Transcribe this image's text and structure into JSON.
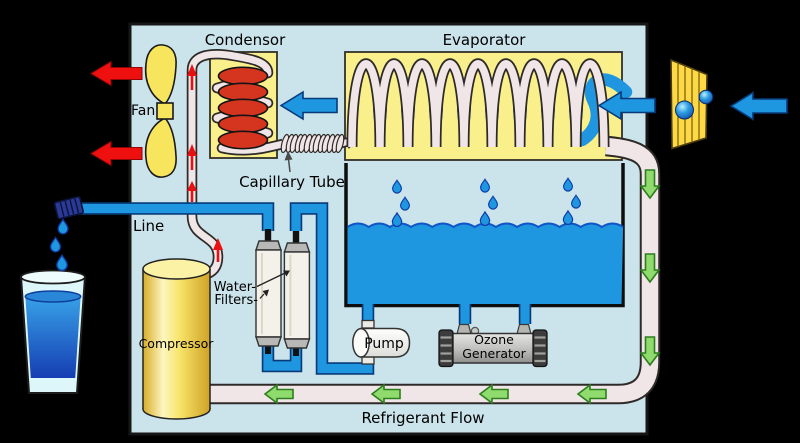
{
  "diagram": {
    "labels": {
      "condensor": "Condensor",
      "evaporator": "Evaporator",
      "fan": "Fan",
      "capillary_tube": "Capillary Tube",
      "line": "Line",
      "water_filters_word1": "Water-",
      "water_filters_word2": "Filters-",
      "compressor": "Compressor",
      "pump": "Pump",
      "ozone_generator_line1": "Ozone",
      "ozone_generator_line2": "Generator",
      "refrigerant_flow": "Refrigerant Flow"
    },
    "colors": {
      "background": "#000000",
      "panel": "#cbe3ea",
      "component_box": "#f9f08c",
      "coil_red": "#d5351f",
      "refrigerant_tube": "#f0e6e7",
      "pipe_water_blue": "#1e96e0",
      "arrow_blue": "#1e96e0",
      "arrow_red": "#ee0f0f",
      "arrow_green": "#90db6e",
      "compressor_yellow": "#f2d44a",
      "fan_yellow": "#f7e55e",
      "louver_gold": "#ffd846",
      "metal_gray": "#bcbcbc",
      "glass_cyan": "#ddf6fa"
    }
  }
}
